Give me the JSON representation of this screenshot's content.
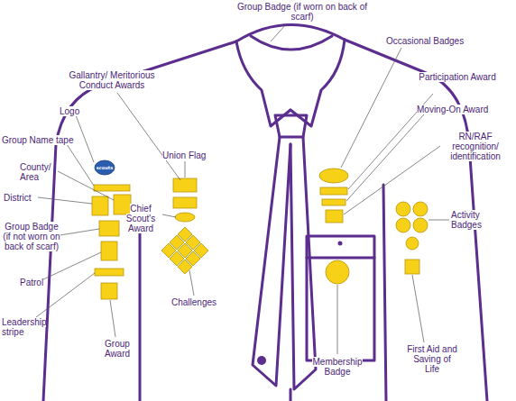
{
  "diagram": {
    "labels": [
      "Group Badge (if worn on back of scarf)",
      "Gallantry/ Meritorious Conduct Awards",
      "Occasional Badges",
      "Participation Award",
      "Logo",
      "Moving-On Award",
      "RN/RAF recognition/ identification",
      "Group Name tape",
      "Union Flag",
      "County/ Area",
      "District",
      "Chief Scout's Award",
      "Activity Badges",
      "Group Badge (if not worn on back of scarf)",
      "Patrol",
      "Challenges",
      "Leadership stripe",
      "Group Award",
      "Membership Badge",
      "First Aid and Saving of Life",
      "scouts"
    ]
  }
}
